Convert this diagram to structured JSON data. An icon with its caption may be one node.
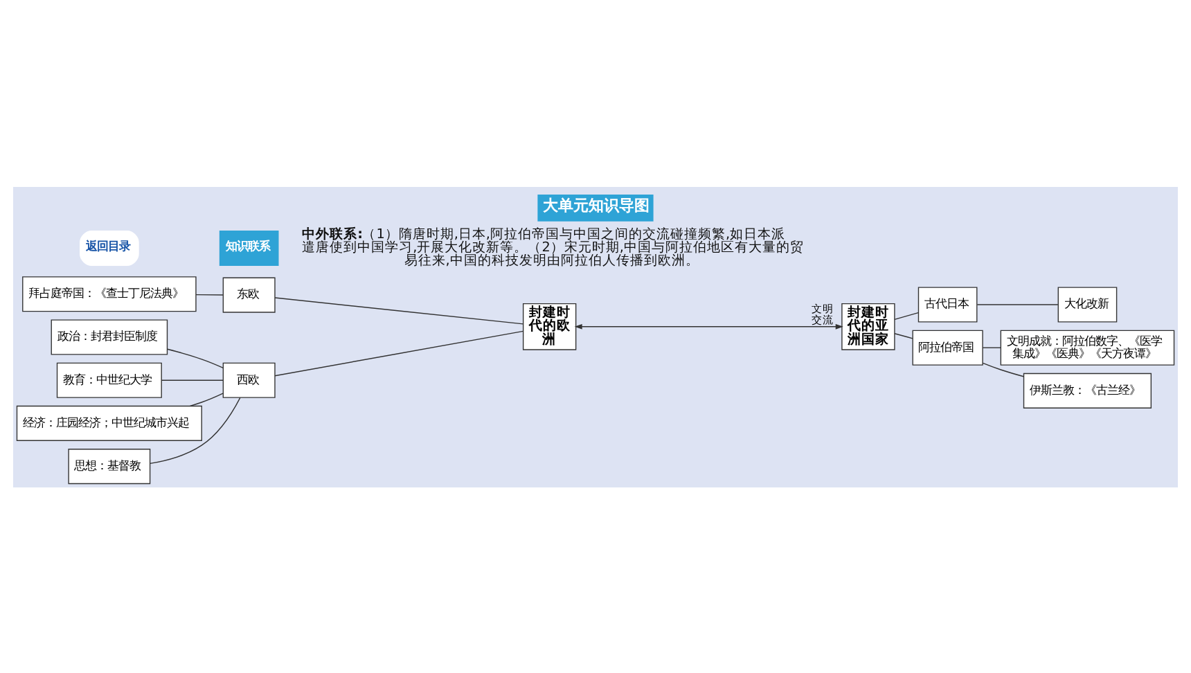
{
  "diagram": {
    "title": "大单元知识导图",
    "nodes": [
      {
        "text": [
          "政治：封君封臣制度"
        ]
      },
      {
        "text": [
          "经济：庄园经济；中世纪城市兴起"
        ]
      },
      {
        "text": [
          "思想：基督教"
        ]
      },
      {
        "text": [
          "教育：中世纪大学"
        ]
      },
      {
        "text": [
          "拜占庭帝国：《查士丁尼法典》"
        ]
      },
      {
        "text": [
          "西欧"
        ]
      },
      {
        "text": [
          "东欧"
        ]
      },
      {
        "text": [
          "封建时代的欧洲"
        ]
      },
      {
        "text": [
          "封建时代的亚洲国家"
        ]
      },
      {
        "text": [
          "古代日本"
        ]
      },
      {
        "text": [
          "大化改新"
        ]
      },
      {
        "text": [
          "阿拉伯帝国"
        ]
      },
      {
        "text": [
          "伊斯兰教：《古兰经》"
        ]
      },
      {
        "text": [
          "文明成就：阿拉伯数字、《医学集成》《医典》《天方夜谭》"
        ]
      }
    ],
    "edges": [
      {
        "from": 0,
        "to": 5,
        "arrow": "none"
      },
      {
        "from": 1,
        "to": 5,
        "arrow": "none"
      },
      {
        "from": 2,
        "to": 5,
        "arrow": "none"
      },
      {
        "from": 3,
        "to": 5,
        "arrow": "none"
      },
      {
        "from": 4,
        "to": 6,
        "arrow": "none"
      },
      {
        "from": 5,
        "to": 7,
        "arrow": "none"
      },
      {
        "from": 6,
        "to": 7,
        "arrow": "none"
      },
      {
        "from": 7,
        "to": 8,
        "arrow": "both",
        "label": "文明交流"
      },
      {
        "from": 8,
        "to": 9,
        "arrow": "none"
      },
      {
        "from": 8,
        "to": 11,
        "arrow": "none"
      },
      {
        "from": 9,
        "to": 10,
        "arrow": "none"
      },
      {
        "from": 11,
        "to": 12,
        "arrow": "none"
      },
      {
        "from": 11,
        "to": 13,
        "arrow": "none"
      }
    ],
    "labels": [
      "返回目录",
      "知识联系",
      "**中外联系:**（1）隋唐时期,日本,阿拉伯帝国与中国之间的交流碰撞频繁,如日本派遣唐使到中国学习,开展大化改新等。（2）宋元时期,中国与阿拉伯地区有大量的贸易往来,中国的科技发明由阿拉伯人传播到欧洲。"
    ]
  }
}
